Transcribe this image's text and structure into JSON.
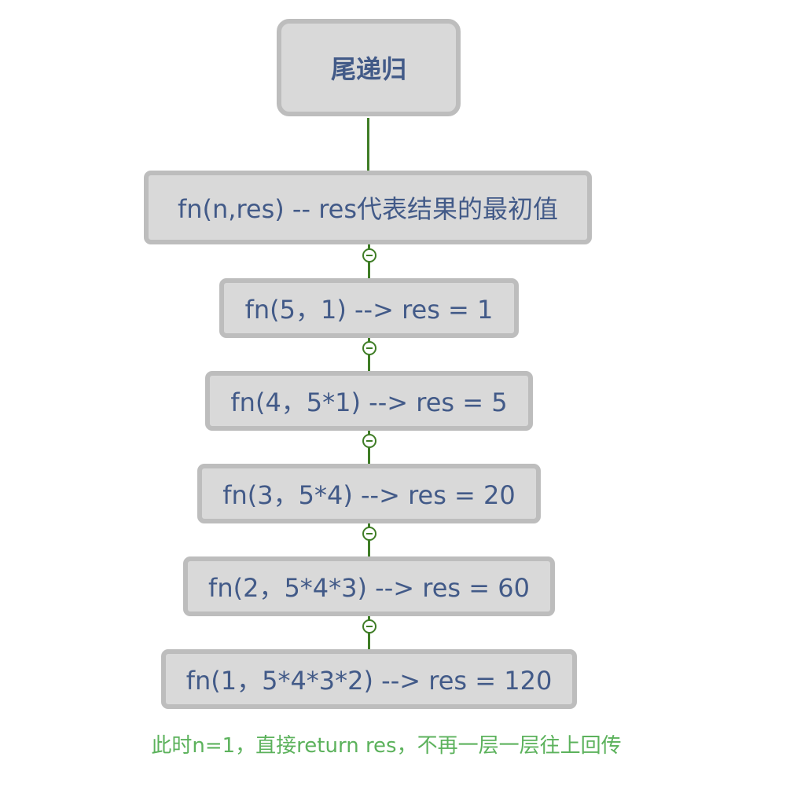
{
  "root": {
    "label": "尾递归"
  },
  "nodes": [
    {
      "label": "fn(n,res) -- res代表结果的最初值"
    },
    {
      "label": "fn(5，1) --> res = 1"
    },
    {
      "label": "fn(4，5*1) --> res = 5"
    },
    {
      "label": "fn(3，5*4) --> res = 20"
    },
    {
      "label": "fn(2，5*4*3) --> res = 60"
    },
    {
      "label": "fn(1，5*4*3*2) --> res = 120"
    }
  ],
  "note": "此时n=1，直接return res，不再一层一层往上回传",
  "colors": {
    "node_fill": "#d9d9d9",
    "node_border": "#bdbdbd",
    "node_text": "#425a88",
    "connector": "#3f7d26",
    "note_text": "#5cb25c"
  },
  "icons": {
    "collapse": "collapse-minus-icon"
  }
}
